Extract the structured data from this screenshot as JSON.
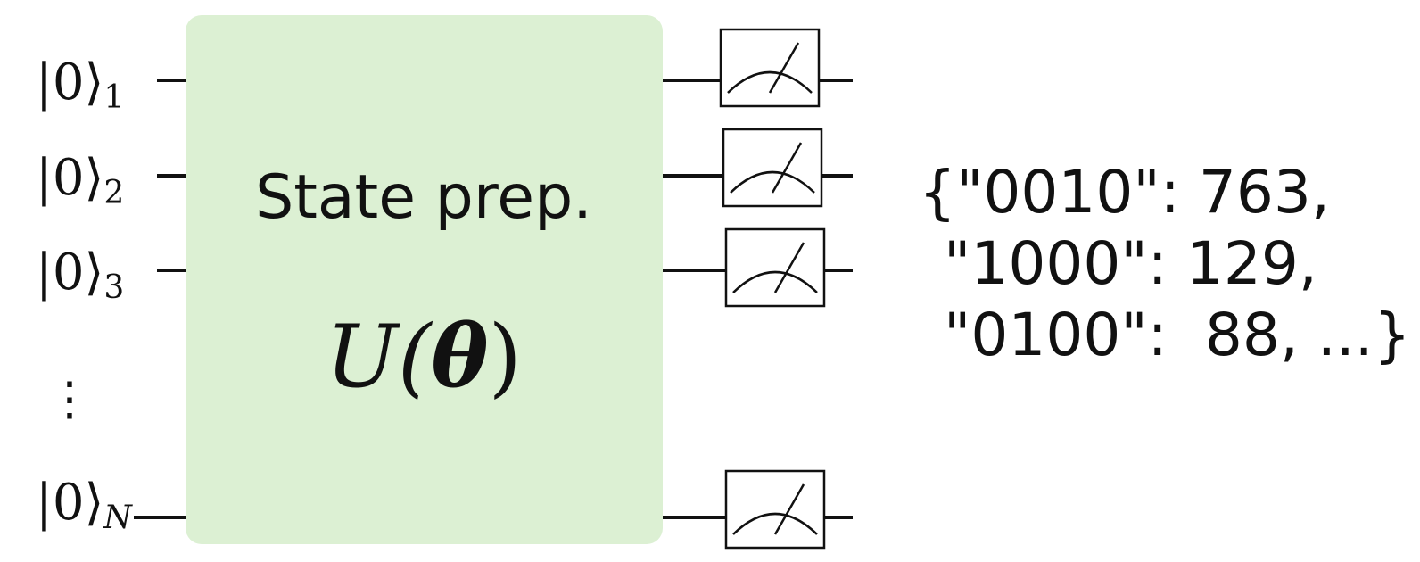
{
  "qubits": [
    {
      "ket": "|0⟩",
      "index": "1"
    },
    {
      "ket": "|0⟩",
      "index": "2"
    },
    {
      "ket": "|0⟩",
      "index": "3"
    },
    {
      "ket": "|0⟩",
      "index": "N"
    }
  ],
  "ellipsis": "⋮",
  "gate": {
    "title": "State prep.",
    "operator_prefix": "U(",
    "operator_param": "θ",
    "operator_suffix": ")",
    "fill_color": "#dcf0d3"
  },
  "results": {
    "line1": "{\"0010\": 763,",
    "line2": "\"1000\": 129,",
    "line3": "\"0100\":  88, ...}"
  }
}
